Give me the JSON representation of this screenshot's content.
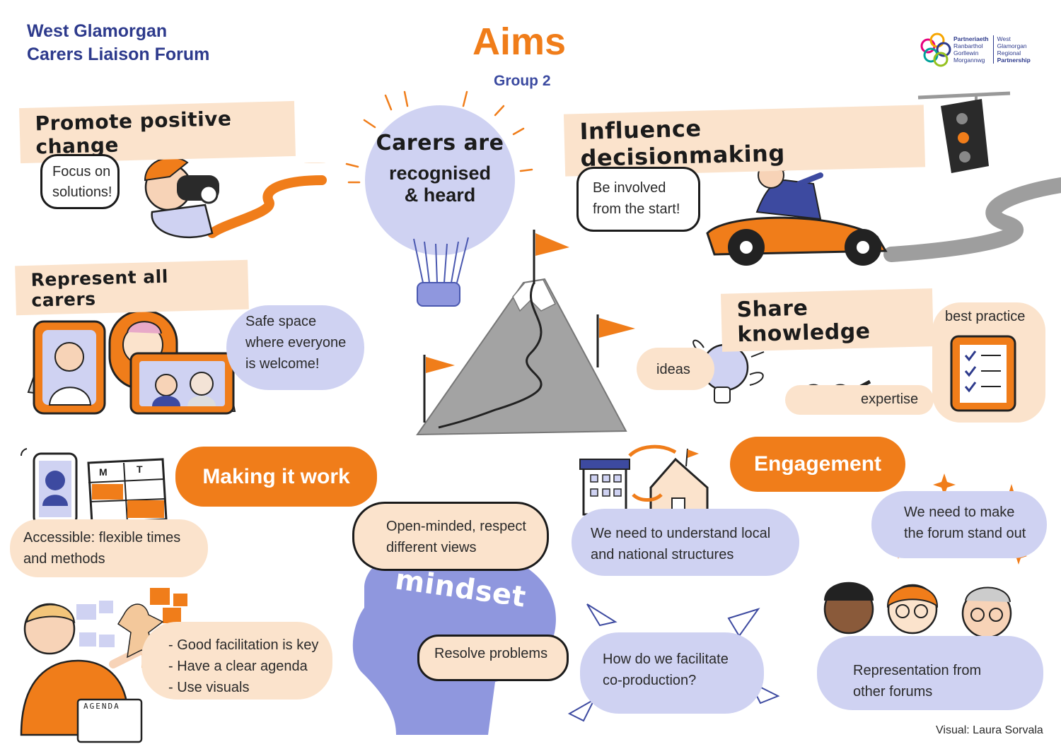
{
  "header": {
    "org_line1": "West Glamorgan",
    "org_line2": "Carers Liaison Forum",
    "title": "Aims",
    "subtitle": "Group 2",
    "logo": {
      "welsh": [
        "Partneriaeth",
        "Ranbarthol",
        "Gorllewin",
        "Morgannwg"
      ],
      "english": [
        "West",
        "Glamorgan",
        "Regional",
        "Partnership"
      ]
    }
  },
  "sections": {
    "promote": {
      "heading": "Promote positive change",
      "bubble_line1": "Focus on",
      "bubble_line2": "solutions!"
    },
    "balloon": {
      "line1": "Carers are",
      "line2": "recognised",
      "line3": "& heard"
    },
    "influence": {
      "heading": "Influence decisionmaking",
      "bubble_line1": "Be involved",
      "bubble_line2": "from the start!"
    },
    "represent": {
      "heading": "Represent all carers",
      "line1": "Safe space",
      "line2": "where everyone",
      "line3": "is welcome!"
    },
    "share": {
      "heading": "Share knowledge",
      "ideas": "ideas",
      "expertise": "expertise",
      "best_practice": "best practice"
    },
    "making": {
      "heading": "Making it work",
      "line1": "Accessible: flexible times",
      "line2": "and methods",
      "calendar_m": "M",
      "calendar_t": "T"
    },
    "mindset": {
      "word": "mindset",
      "cloud1_line1": "Open-minded, respect",
      "cloud1_line2": "different views",
      "cloud2": "Resolve problems"
    },
    "engagement": {
      "heading": "Engagement",
      "structures_line1": "We need to understand local",
      "structures_line2": "and national structures",
      "standout_line1": "We need to make",
      "standout_line2": "the forum stand out"
    },
    "facilitation": {
      "items": [
        "- Good facilitation is key",
        "- Have a clear agenda",
        "- Use visuals"
      ],
      "agenda_label": "AGENDA"
    },
    "coproduction": {
      "line1": "How do we facilitate",
      "line2": "co-production?"
    },
    "forums": {
      "line1": "Representation from",
      "line2": "other forums"
    }
  },
  "credit": "Visual: Laura Sorvala",
  "colors": {
    "orange": "#f07d1a",
    "navy": "#2d3a8c",
    "peach": "#fbe3cc",
    "lavender": "#cfd2f2",
    "grey": "#9e9e9e"
  }
}
